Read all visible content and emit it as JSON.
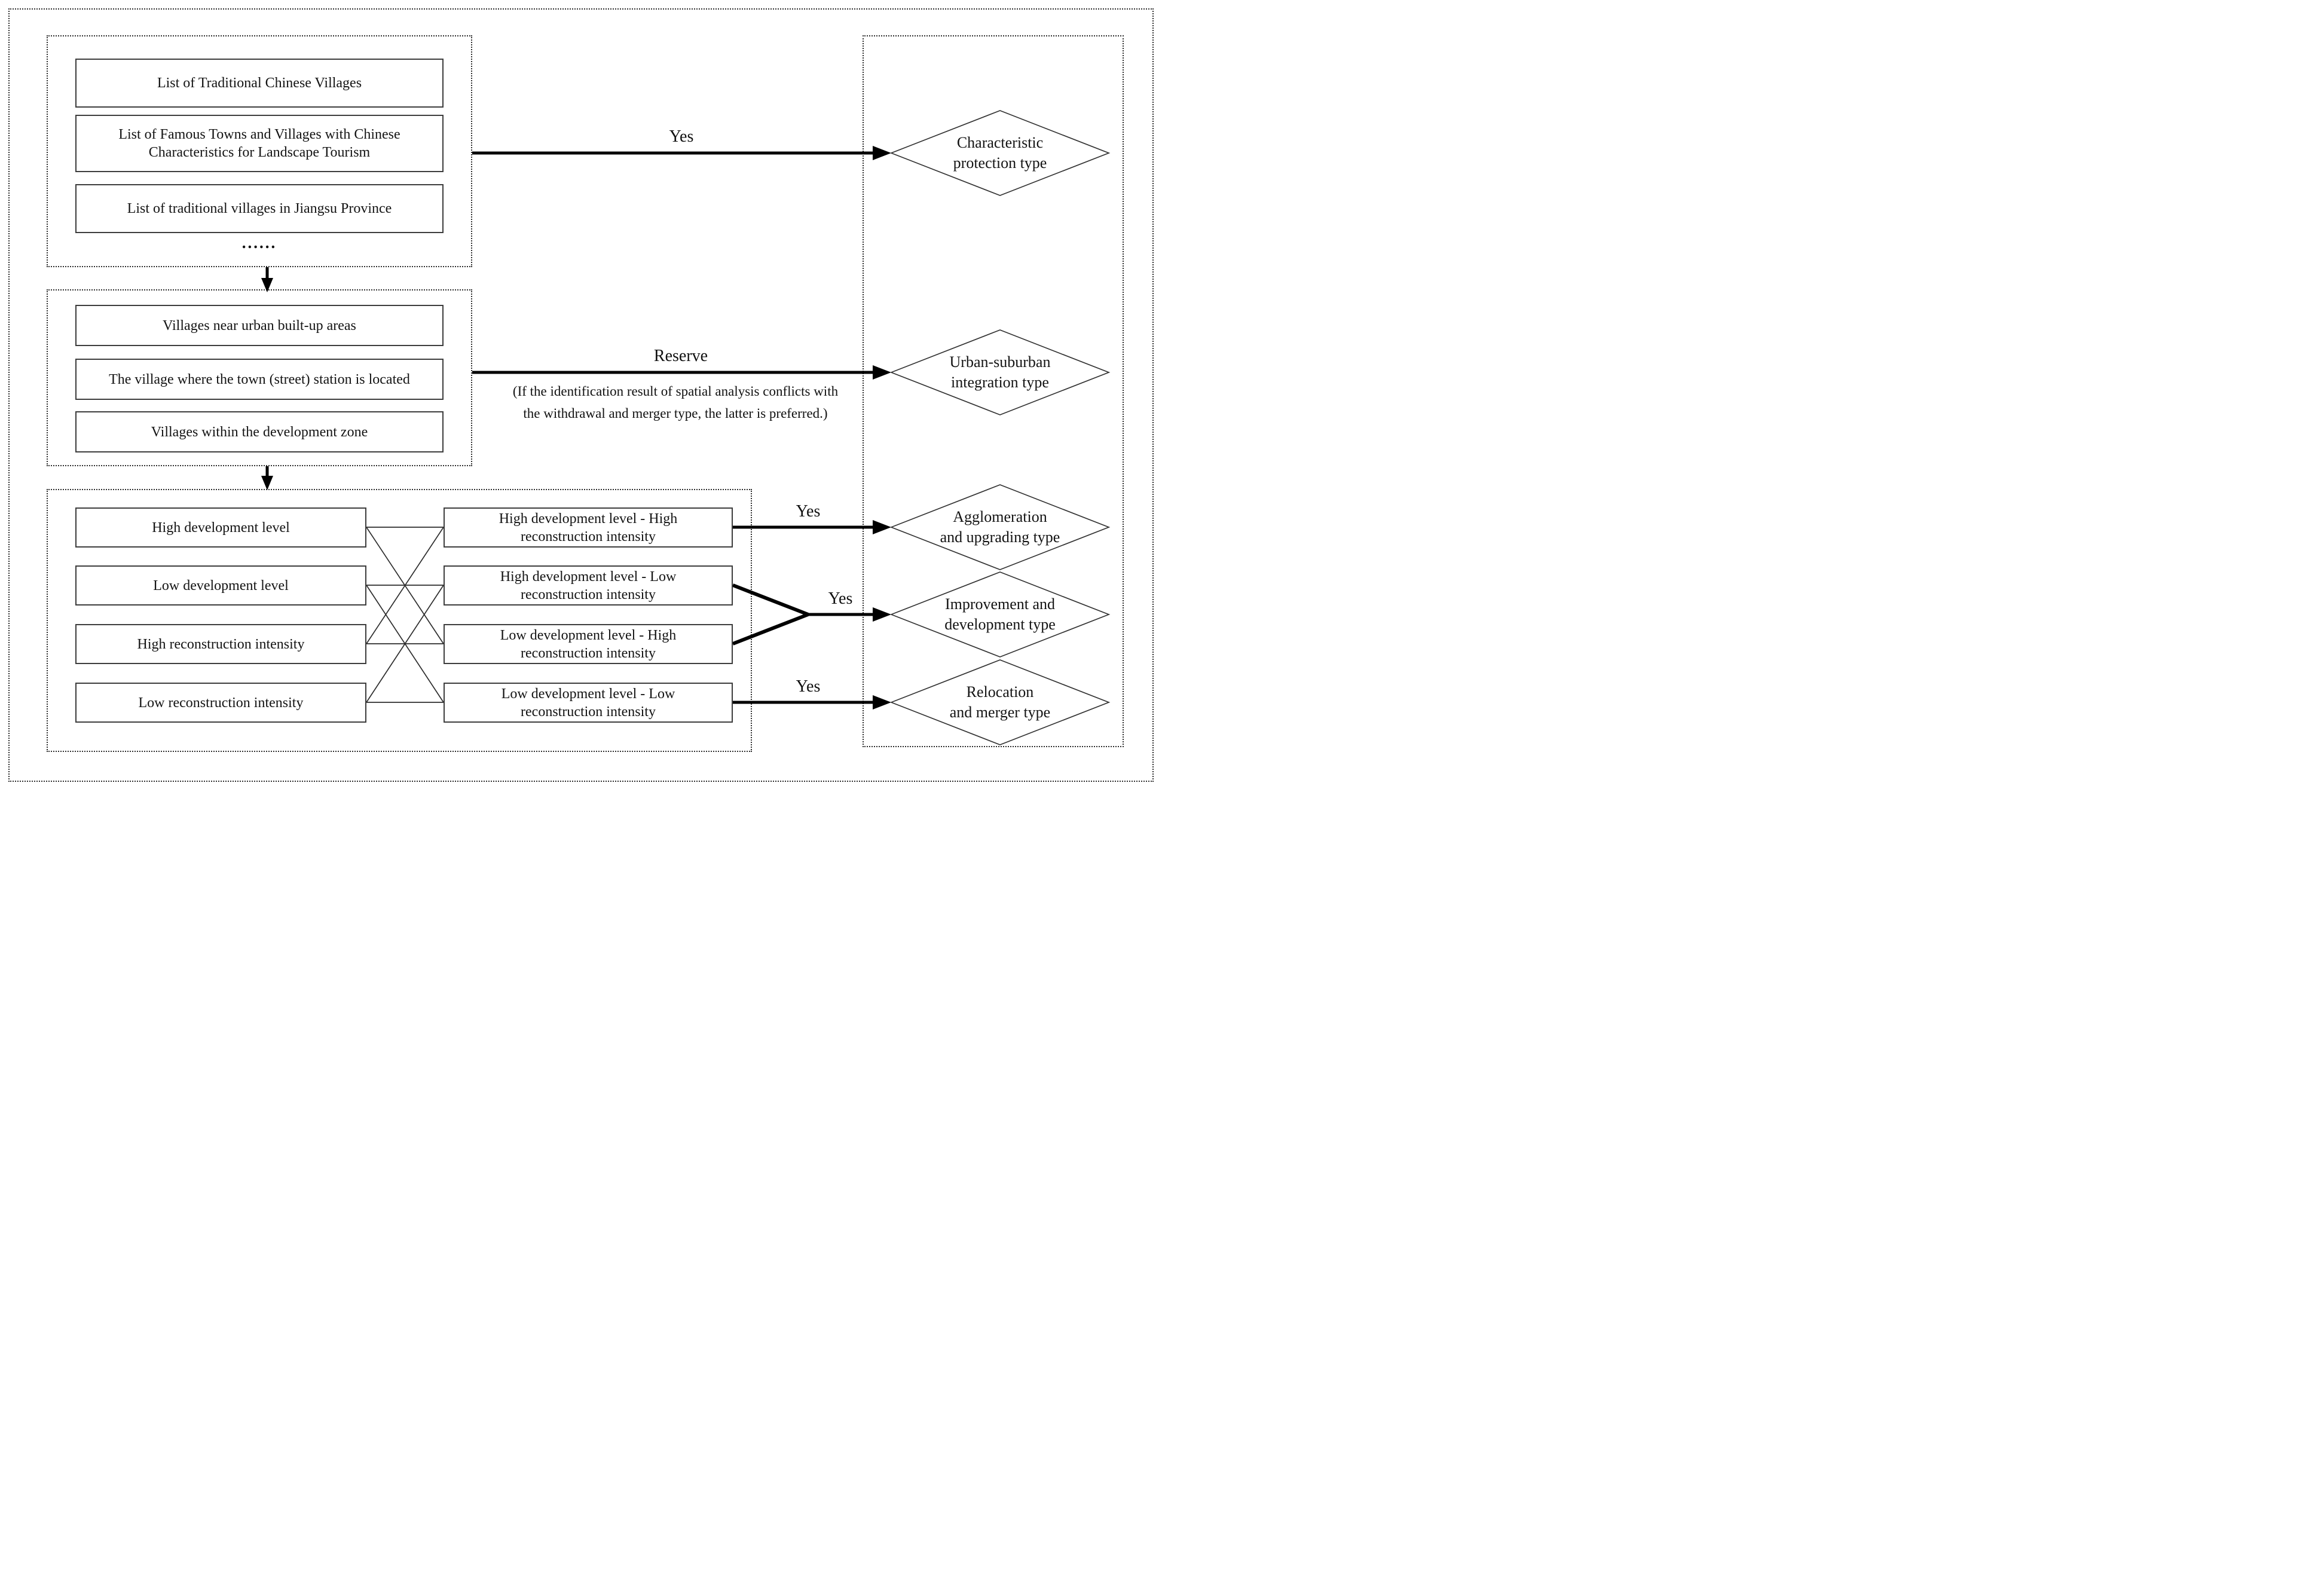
{
  "colors": {
    "ink": "#000000",
    "box_border": "#3d3d3d",
    "background": "#ffffff"
  },
  "source_lists": {
    "items": [
      "List of Traditional Chinese Villages",
      "List of Famous Towns and Villages with Chinese\nCharacteristics for Landscape Tourism",
      "List of traditional villages in Jiangsu Province"
    ],
    "ellipsis": "......"
  },
  "location_criteria": {
    "items": [
      "Villages near urban built-up areas",
      "The village where the town (street) station is located",
      "Villages within the development zone"
    ]
  },
  "matrix": {
    "levels": [
      "High development level",
      "Low development level",
      "High reconstruction intensity",
      "Low reconstruction intensity"
    ],
    "combos": [
      "High development level - High\nreconstruction intensity",
      "High development level - Low\nreconstruction intensity",
      "Low development level - High\nreconstruction intensity",
      "Low development level - Low\nreconstruction intensity"
    ]
  },
  "edges": {
    "yes_characteristic": "Yes",
    "reserve": "Reserve",
    "reserve_note": "(If the identification result of spatial analysis conflicts with\nthe withdrawal and merger type, the latter is preferred.)",
    "yes_agglomeration": "Yes",
    "yes_improvement": "Yes",
    "yes_relocation": "Yes"
  },
  "outcomes": {
    "characteristic": "Characteristic\nprotection type",
    "urban_suburban": "Urban-suburban\nintegration type",
    "agglomeration": "Agglomeration\nand upgrading type",
    "improvement": "Improvement and\ndevelopment type",
    "relocation": "Relocation\nand merger type"
  }
}
